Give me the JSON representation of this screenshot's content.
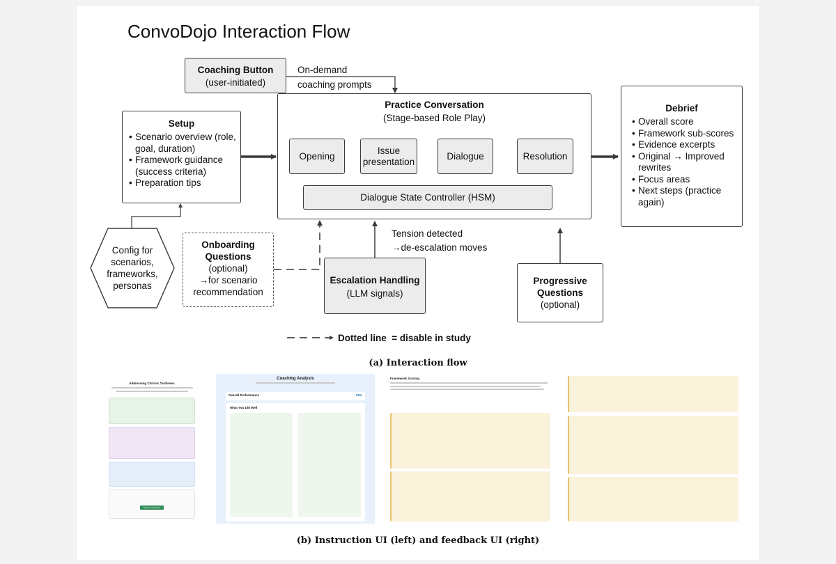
{
  "title": "ConvoDojo Interaction Flow",
  "coaching_button": {
    "title": "Coaching Button",
    "subtitle": "(user-initiated)"
  },
  "coaching_note": {
    "line1": "On-demand",
    "line2": "coaching prompts"
  },
  "setup": {
    "title": "Setup",
    "items": [
      "Scenario overview (role, goal, duration)",
      "Framework guidance (success criteria)",
      "Preparation tips"
    ]
  },
  "practice": {
    "title": "Practice Conversation",
    "subtitle": "(Stage-based Role Play)",
    "stages": [
      "Opening",
      "Issue presentation",
      "Dialogue",
      "Resolution"
    ],
    "controller": "Dialogue State Controller (HSM)"
  },
  "debrief": {
    "title": "Debrief",
    "items": [
      "Overall score",
      "Framework sub-scores",
      "Evidence excerpts",
      "Original → Improved rewrites",
      "Focus areas",
      "Next steps (practice again)"
    ]
  },
  "config": {
    "lines": [
      "Config for",
      "scenarios,",
      "frameworks,",
      "personas"
    ]
  },
  "onboarding": {
    "title_line1": "Onboarding",
    "title_line2": "Questions",
    "optional": "(optional)",
    "note1": "→for scenario",
    "note2": "recommendation"
  },
  "escalation": {
    "title": "Escalation Handling",
    "subtitle": "(LLM signals)"
  },
  "tension": {
    "line1": "Tension detected",
    "line2": "→de-escalation moves"
  },
  "progressive": {
    "title_line1": "Progressive",
    "title_line2": "Questions",
    "optional": "(optional)"
  },
  "legend": {
    "label": "Dotted line  = disable in study"
  },
  "caption_a": "(a) Interaction flow",
  "caption_b": "(b) Instruction UI (left) and feedback UI (right)",
  "screens": {
    "instruction_title": "Addressing Chronic Tardiness",
    "instruction_button": "Start Conversation",
    "analysis_title": "Coaching Analysis",
    "overall_label": "Overall Performance",
    "overall_value": "68%",
    "did_well": "What You Did Well",
    "framework_scoring": "Framework Scoring"
  },
  "colors": {
    "box_gray": "#ececec",
    "stroke": "#3a3a3a",
    "green_panel": "#e6f3e6",
    "purple_panel": "#efe6f6",
    "blue_panel": "#e4eef9",
    "yellow_panel": "#fbf2dc"
  }
}
